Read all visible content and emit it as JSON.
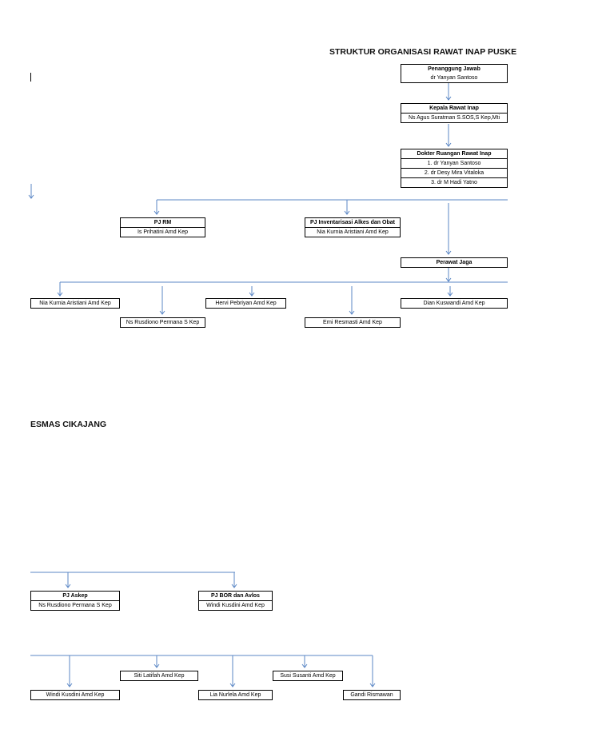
{
  "page1": {
    "title": "STRUKTUR ORGANISASI RAWAT INAP PUSKE",
    "penanggung": {
      "head": "Penanggung Jawab",
      "name": "dr Yanyan Santoso"
    },
    "kepala": {
      "head": "Kepala Rawat Inap",
      "name": "Ns Agus Suratman S.SOS,S Kep,Mti"
    },
    "dokter": {
      "head": "Dokter Ruangan Rawat Inap",
      "names": [
        "1. dr Yanyan Santoso",
        "2. dr Desy Mira Vitaloka",
        "3. dr M Hadi Yatno"
      ]
    },
    "pj_rm": {
      "head": "PJ RM",
      "name": "Is Prihatini Amd Kep"
    },
    "pj_inventarisasi": {
      "head": "PJ Inventarisasi Alkes dan Obat",
      "name": "Nia Kurnia Aristiani Amd Kep"
    },
    "perawat_jaga": {
      "head": "Perawat Jaga"
    },
    "perawat": {
      "nia": "Nia Kurnia Aristiani Amd Kep",
      "rusdiono": "Ns Rusdiono Permana S Kep",
      "hervi": "Hervi Pebriyan Amd Kep",
      "erni": "Erni Resmasti Amd Kep",
      "dian": "Dian Kuswandi Amd Kep"
    }
  },
  "page2": {
    "title": "ESMAS CIKAJANG",
    "pj_askep": {
      "head": "PJ Askep",
      "name": "Ns Rusdiono Permana S Kep"
    },
    "pj_bor": {
      "head": "PJ BOR dan Avlos",
      "name": "Windi Kusdini Amd Kep"
    },
    "perawat": {
      "siti": "Siti Latifah Amd Kep",
      "susi": "Susi Susanti Amd Kep",
      "windi": "Windi Kusdini Amd Kep",
      "lia": "Lia Nurlela Amd Kep",
      "gandi": "Gandi Rismawan"
    }
  },
  "colors": {
    "connector": "#5b87c5",
    "border": "#000000"
  }
}
